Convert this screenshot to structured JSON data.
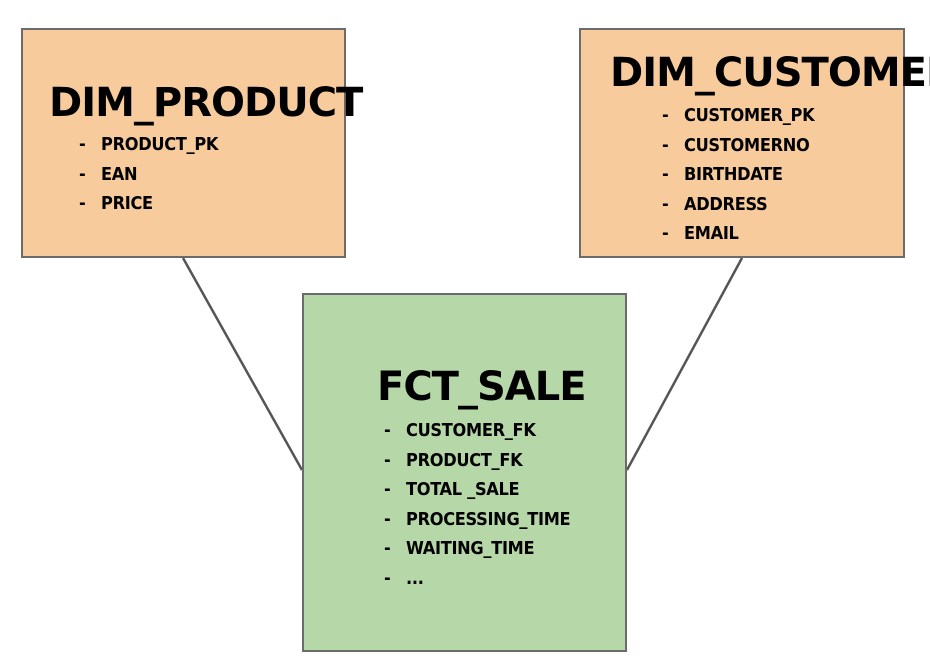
{
  "diagram": {
    "tables": [
      {
        "name": "DIM_PRODUCT",
        "fields": [
          "PRODUCT_PK",
          "EAN",
          "PRICE"
        ],
        "fill_color": "#f8cb9d"
      },
      {
        "name": "DIM_CUSTOMER",
        "fields": [
          "CUSTOMER_PK",
          "CUSTOMERNO",
          "BIRTHDATE",
          "ADDRESS",
          "EMAIL"
        ],
        "fill_color": "#f8cb9d"
      },
      {
        "name": "FCT_SALE",
        "fields": [
          "CUSTOMER_FK",
          "PRODUCT_FK",
          "TOTAL _SALE",
          "PROCESSING_TIME",
          "WAITING_TIME",
          "..."
        ],
        "fill_color": "#b6d7a8"
      }
    ],
    "connections": [
      {
        "from": "DIM_PRODUCT",
        "to": "FCT_SALE"
      },
      {
        "from": "DIM_CUSTOMER",
        "to": "FCT_SALE"
      }
    ],
    "bullet": "-",
    "border_color": "#6b6b6b",
    "line_color": "#555555"
  }
}
